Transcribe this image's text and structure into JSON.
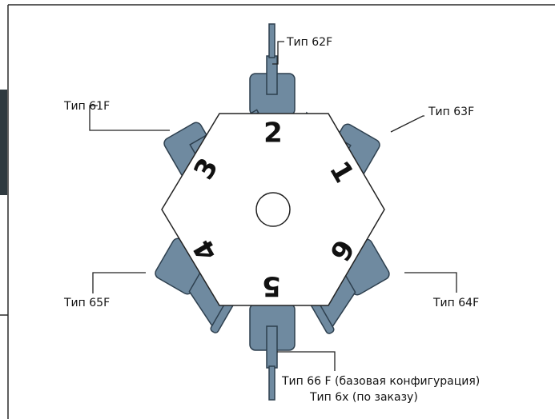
{
  "diagram": {
    "colors": {
      "frame": "#2a2a2a",
      "port_fill": "#6f8aa0",
      "port_stroke": "#2d3f4e",
      "hexagon_fill": "#ffffff",
      "hexagon_stroke": "#222222",
      "leader_line": "#222222"
    },
    "ports": [
      {
        "number": "1",
        "label": "Тип 63F"
      },
      {
        "number": "2",
        "label": "Тип 62F"
      },
      {
        "number": "3",
        "label": "Тип 61F"
      },
      {
        "number": "4",
        "label": "Тип 65F"
      },
      {
        "number": "5",
        "label": "Тип 66 F (базовая конфигурация)",
        "label_line2": "Тип 6х (по заказу)"
      },
      {
        "number": "6",
        "label": "Тип 64F"
      }
    ]
  }
}
